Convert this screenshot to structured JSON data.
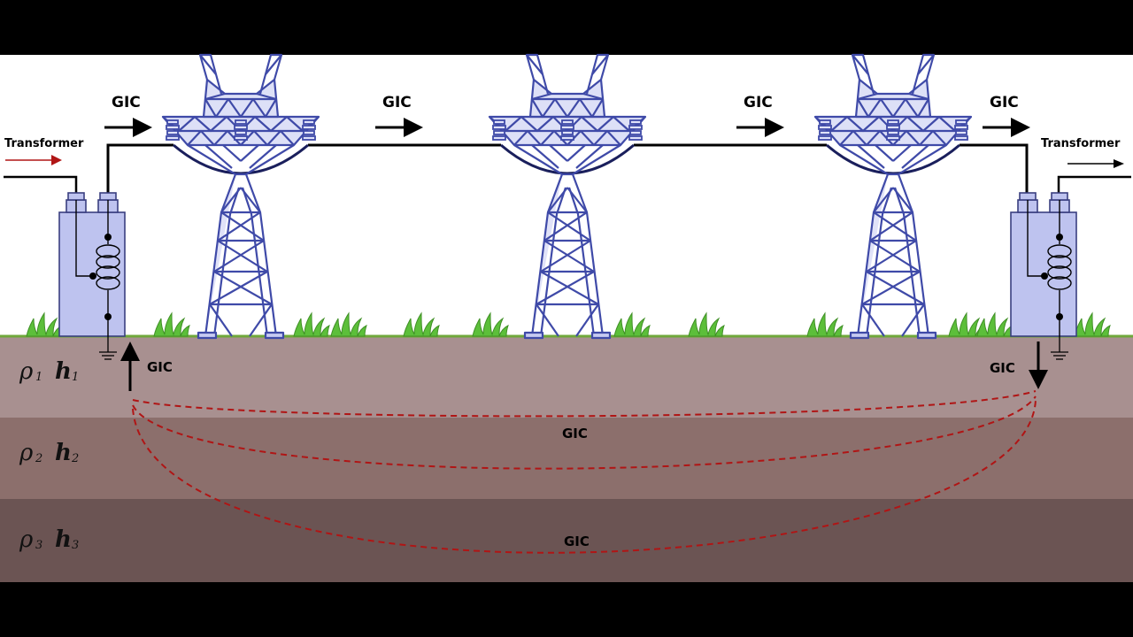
{
  "labels": {
    "gic": "GIC",
    "transformer_left": "Transformer",
    "transformer_right": "Transformer"
  },
  "layers": [
    {
      "rho": "ρ",
      "rho_sub": "1",
      "h": "h",
      "h_sub": "1"
    },
    {
      "rho": "ρ",
      "rho_sub": "2",
      "h": "h",
      "h_sub": "2"
    },
    {
      "rho": "ρ",
      "rho_sub": "3",
      "h": "h",
      "h_sub": "3"
    }
  ],
  "colors": {
    "frame": "#000000",
    "sky": "#ffffff",
    "ground_line": "#6fa83a",
    "layer1": "#a89090",
    "layer2": "#8c6f6c",
    "layer3": "#6b5453",
    "tower_fill": "#c7cbf2",
    "tower_stroke": "#3f4aa8",
    "transformer_fill": "#bec3ef",
    "transformer_stroke": "#3a3f80",
    "current_path": "#b01515",
    "input_arrow": "#b01515",
    "grass": "#5cbf3a"
  }
}
